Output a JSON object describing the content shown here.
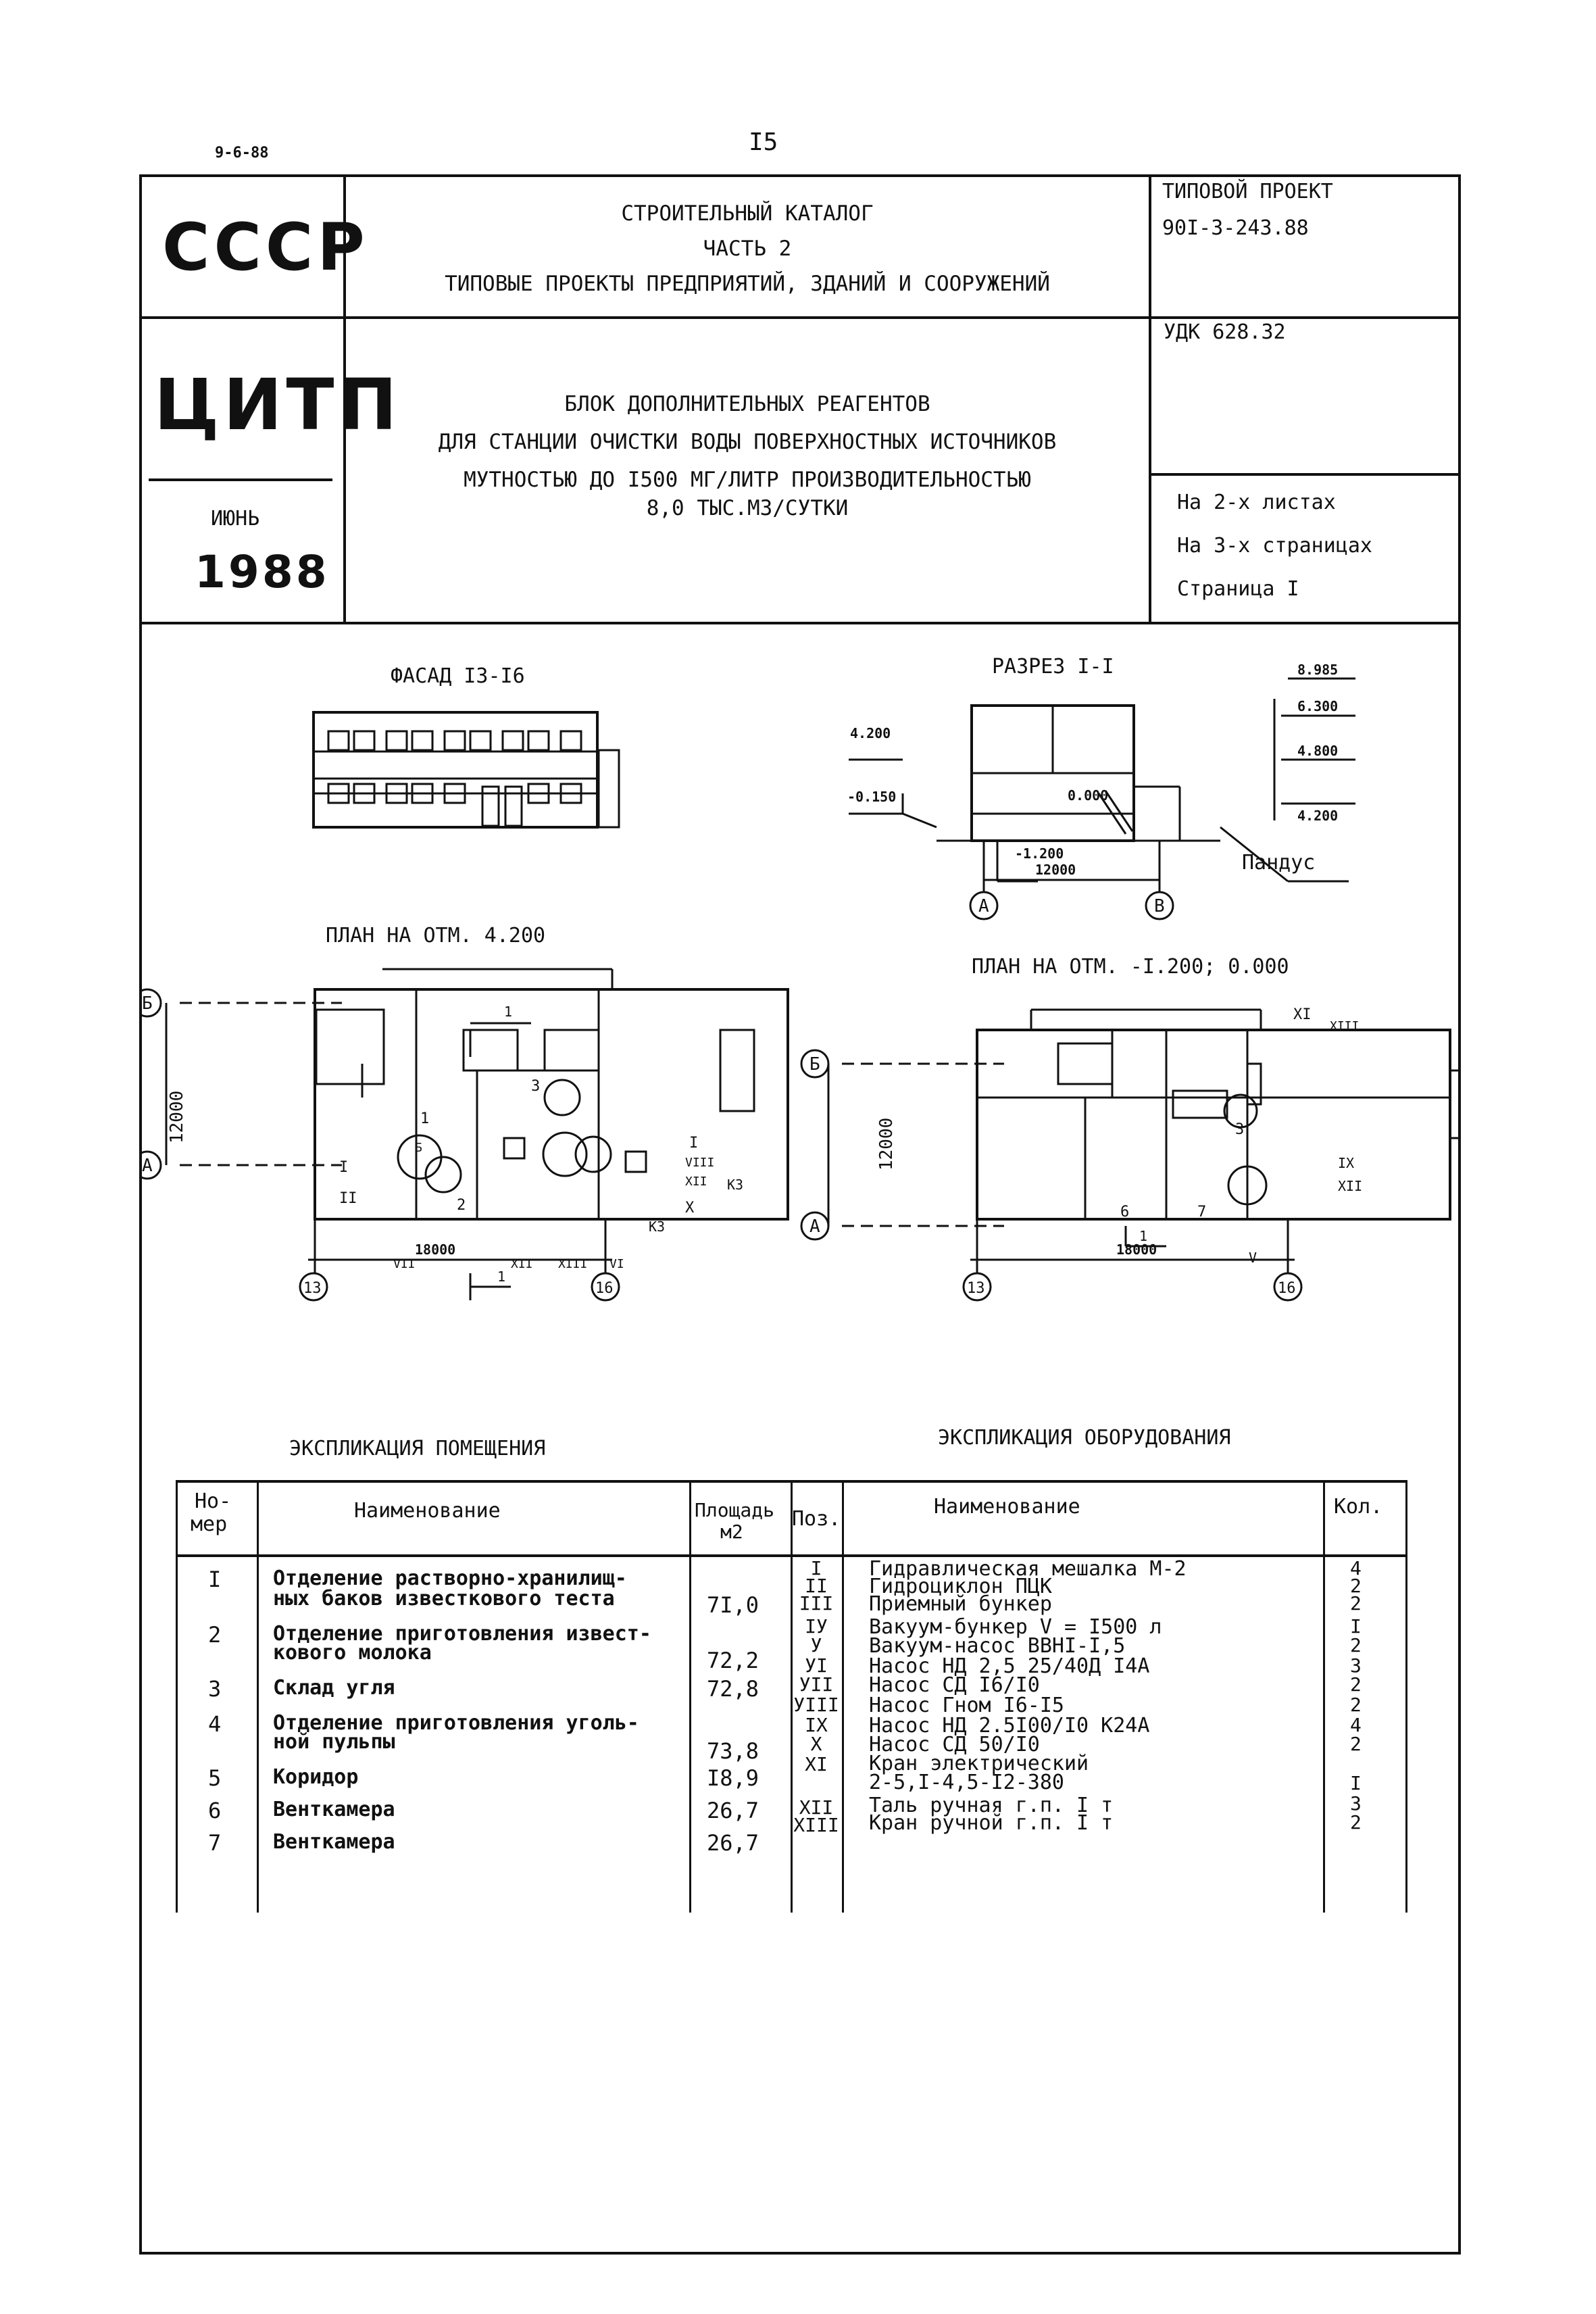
{
  "header": {
    "date": "9-6-88",
    "page_number": "I5",
    "org1": "СССР",
    "org2": "ЦИТП",
    "month": "ИЮНЬ",
    "year": "1988",
    "catalog_line1": "СТРОИТЕЛЬНЫЙ КАТАЛОГ",
    "catalog_line2": "ЧАСТЬ 2",
    "catalog_line3": "ТИПОВЫЕ ПРОЕКТЫ ПРЕДПРИЯТИЙ, ЗДАНИЙ И СООРУЖЕНИЙ",
    "project_label": "ТИПОВОЙ ПРОЕКТ",
    "project_code": "90I-3-243.88",
    "udk": "УДК 628.32",
    "title_line1": "БЛОК ДОПОЛНИТЕЛЬНЫХ РЕАГЕНТОВ",
    "title_line2": "ДЛЯ СТАНЦИИ ОЧИСТКИ ВОДЫ ПОВЕРХНОСТНЫХ ИСТОЧНИКОВ",
    "title_line3": "МУТНОСТЬЮ ДО I500 МГ/ЛИТР ПРОИЗВОДИТЕЛЬНОСТЬЮ",
    "title_line4": "8,0 ТЫС.М3/СУТКИ",
    "sheets": "На 2-х листах",
    "pages": "На 3-х страницах",
    "page": "Страница I"
  },
  "drawings": {
    "facade_title": "ФАСАД I3-I6",
    "section_title": "РАЗРЕЗ I-I",
    "plan1_title": "ПЛАН НА ОТМ. 4.200",
    "plan2_title": "ПЛАН НА ОТМ. -I.200; 0.000",
    "elev_8985": "8.985",
    "elev_6300": "6.300",
    "elev_4800": "4.800",
    "elev_1200": "4.200",
    "elev_4200": "4.200",
    "elev_m0150": "-0.150",
    "elev_0000": "0.000",
    "elev_m1200": "-1.200",
    "dim_12000": "12000",
    "dim_18000": "18000",
    "ramp": "Пандус",
    "axis_A": "А",
    "axis_B": "В",
    "axis_6": "Б",
    "axis_13": "13",
    "axis_16": "16",
    "cut_mark": "1",
    "room1": "1",
    "room2": "2",
    "room3": "3",
    "room6": "6",
    "room7": "7",
    "k3": "К3",
    "r_I": "I",
    "r_II": "II",
    "r_VIII": "VIII",
    "r_XII": "XII",
    "r_XIII": "XIII",
    "r_XI": "XI",
    "r_IX": "IX",
    "r_X": "X",
    "r_V": "V",
    "r_VI": "VI",
    "r_VII": "VII",
    "r_B": "Б"
  },
  "rooms": {
    "title": "ЭКСПЛИКАЦИЯ ПОМЕЩЕНИЯ",
    "col_num": "Но-\nмер",
    "col_num_a": "Но-",
    "col_num_b": "мер",
    "col_name": "Наименование",
    "col_area_a": "Площадь",
    "col_area_b": "м2",
    "rows": [
      {
        "num": "I",
        "name1": "Отделение растворно-хранилищ-",
        "name2": "ных баков известкового теста",
        "area": "7I,0"
      },
      {
        "num": "2",
        "name1": "Отделение приготовления извест-",
        "name2": "кового молока",
        "area": "72,2"
      },
      {
        "num": "3",
        "name1": "Склад угля",
        "name2": "",
        "area": "72,8"
      },
      {
        "num": "4",
        "name1": "Отделение приготовления уголь-",
        "name2": "ной пульпы",
        "area": "73,8"
      },
      {
        "num": "5",
        "name1": "Коридор",
        "name2": "",
        "area": "I8,9"
      },
      {
        "num": "6",
        "name1": "Венткамера",
        "name2": "",
        "area": "26,7"
      },
      {
        "num": "7",
        "name1": "Венткамера",
        "name2": "",
        "area": "26,7"
      }
    ]
  },
  "equipment": {
    "title": "ЭКСПЛИКАЦИЯ ОБОРУДОВАНИЯ",
    "col_pos": "Поз.",
    "col_name": "Наименование",
    "col_qty": "Кол.",
    "rows": [
      {
        "pos": "I",
        "name": "Гидравлическая мешалка М-2",
        "qty": "4"
      },
      {
        "pos": "II",
        "name": "Гидроциклон ПЦК",
        "qty": "2"
      },
      {
        "pos": "III",
        "name": "Приемный бункер",
        "qty": "2"
      },
      {
        "pos": "IУ",
        "name": "Вакуум-бункер  V = I500 л",
        "qty": "I"
      },
      {
        "pos": "У",
        "name": "Вакуум-насос ВВНI-I,5",
        "qty": "2"
      },
      {
        "pos": "УI",
        "name": "Насос НД 2,5 25/40Д I4А",
        "qty": "3"
      },
      {
        "pos": "УII",
        "name": "Насос СД I6/I0",
        "qty": "2"
      },
      {
        "pos": "УIII",
        "name": "Насос Гном I6-I5",
        "qty": "2"
      },
      {
        "pos": "IX",
        "name": "Насос НД 2.5I00/I0 К24А",
        "qty": "4"
      },
      {
        "pos": "X",
        "name": "Насос СД 50/I0",
        "qty": "2"
      },
      {
        "pos": "XI",
        "name": "Кран электрический",
        "qty": ""
      },
      {
        "pos": "",
        "name": "2-5,I-4,5-I2-380",
        "qty": "I"
      },
      {
        "pos": "XII",
        "name": "Таль ручная г.п. I т",
        "qty": "3"
      },
      {
        "pos": "XIII",
        "name": "Кран ручной г.п. I т",
        "qty": "2"
      }
    ]
  }
}
